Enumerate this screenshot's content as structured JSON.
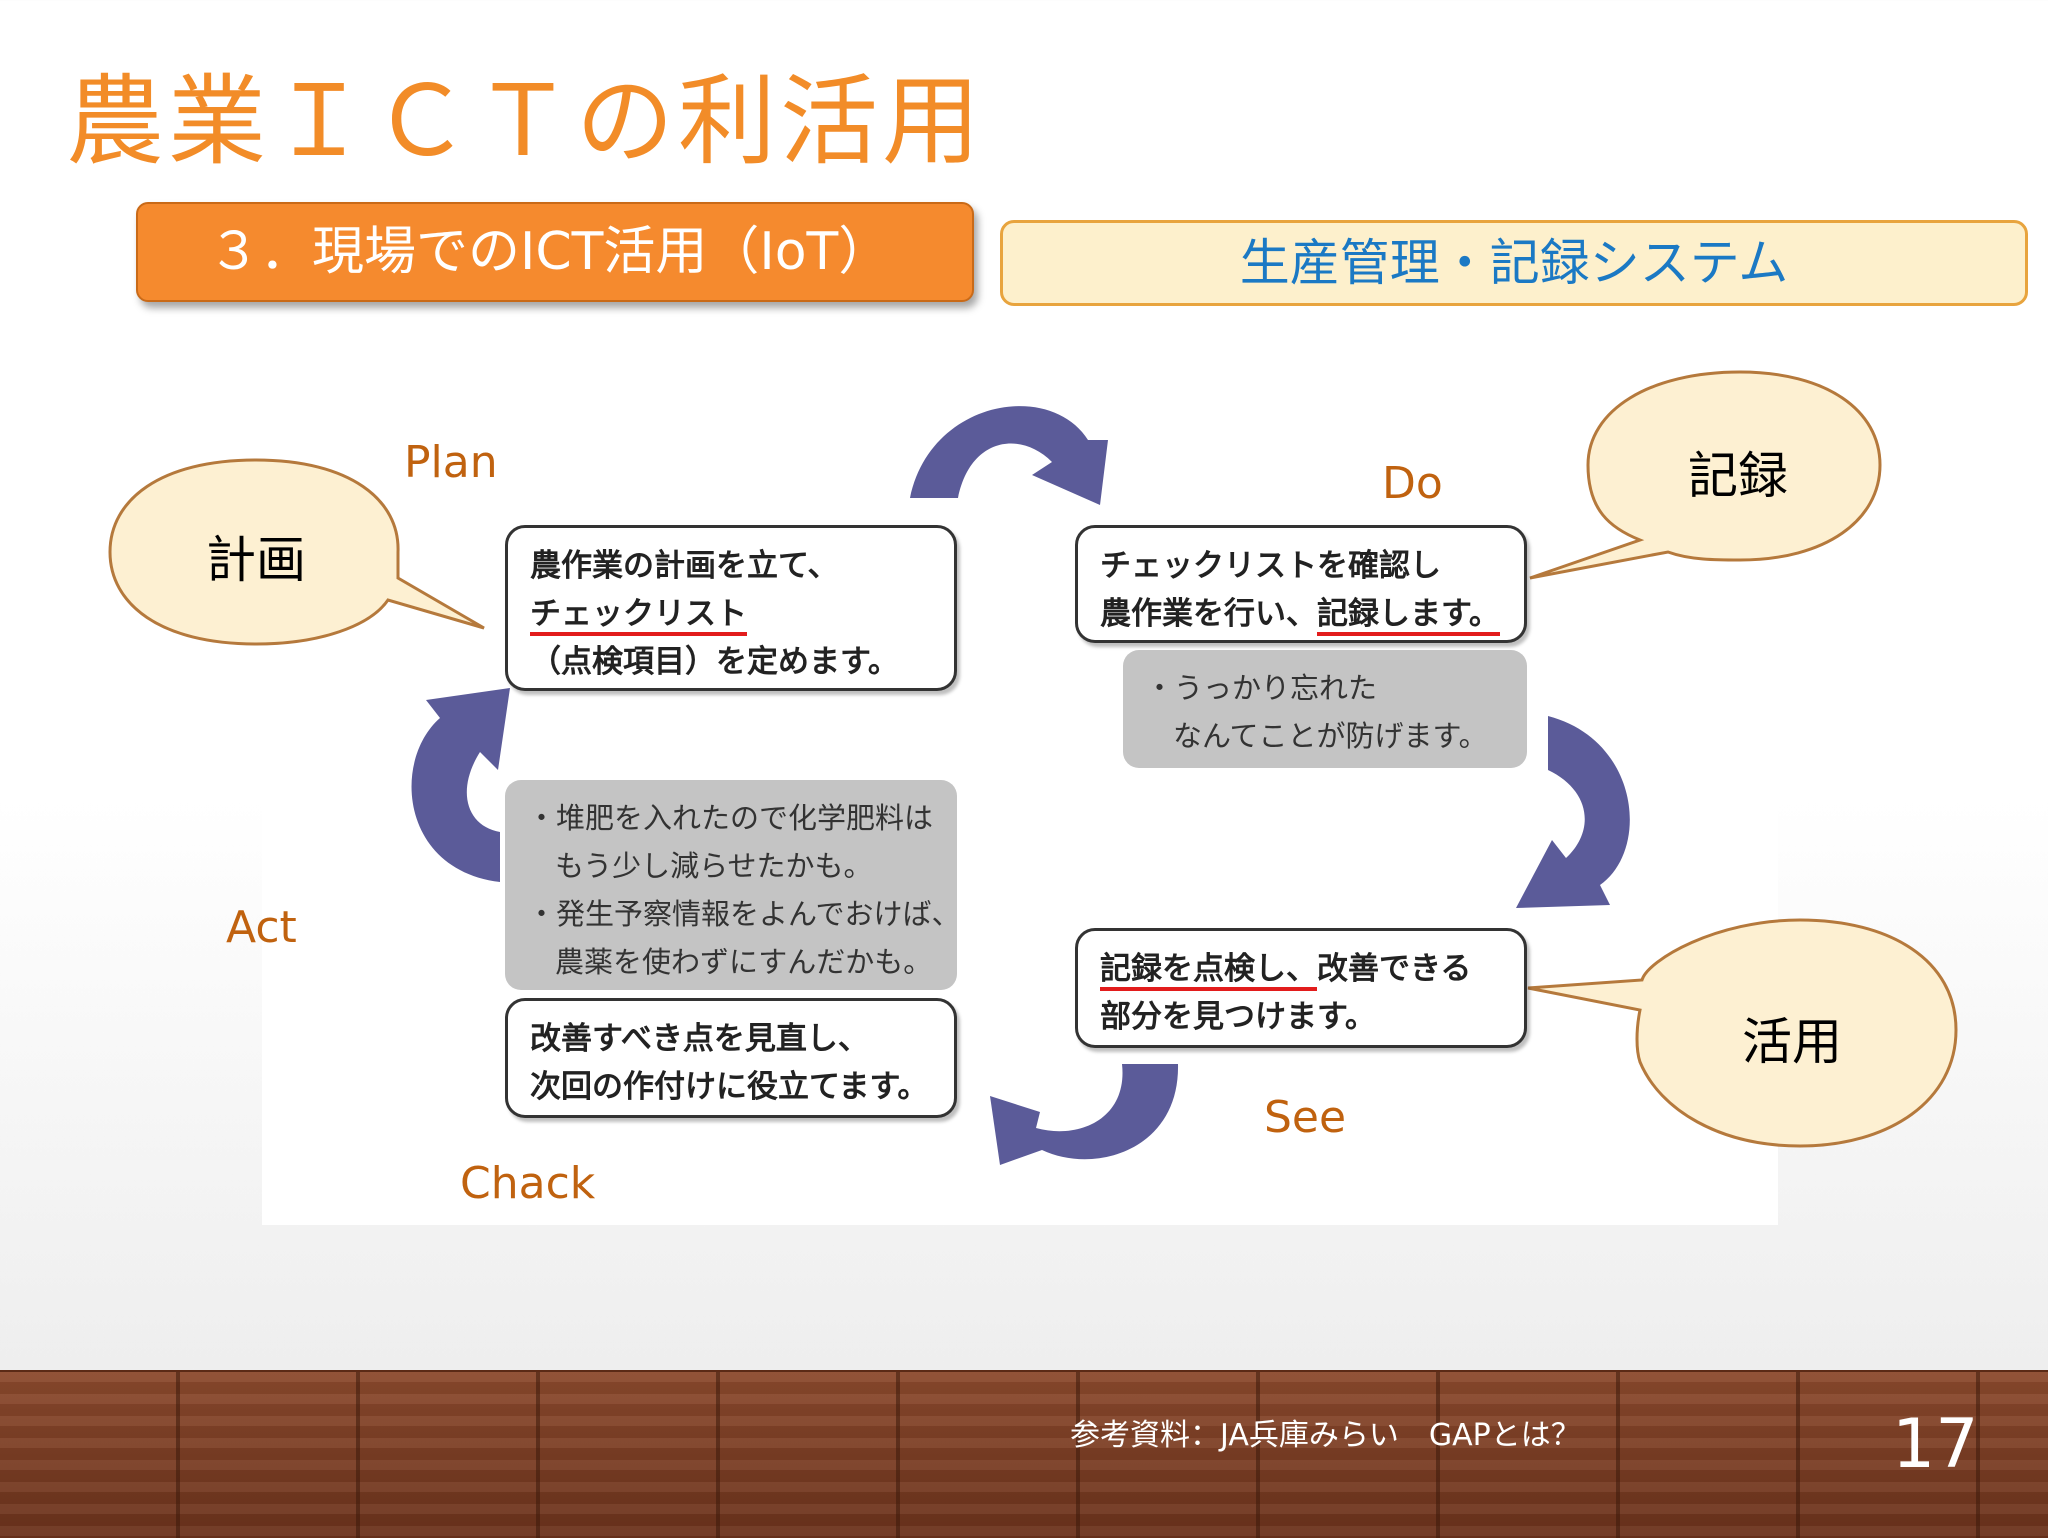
{
  "slide": {
    "title": "農業ＩＣＴの利活用",
    "section_label": "３．現場でのICT活用（IoT）",
    "system_label": "生産管理・記録システム",
    "page_number": "17",
    "reference": "参考資料：JA兵庫みらい　GAPとは？"
  },
  "cycle": {
    "phases": {
      "plan": "Plan",
      "do": "Do",
      "see": "See",
      "check": "Chack",
      "act": "Act"
    },
    "bubbles": {
      "plan": "計画",
      "do": "記録",
      "see": "活用"
    },
    "plan_box": {
      "line1": "農作業の計画を立て、",
      "line2": "チェックリスト",
      "line3": "（点検項目）を定めます。"
    },
    "do_box": {
      "line1": "チェックリストを確認し",
      "line2a": "農作業を行い、",
      "line2b": "記録します。"
    },
    "do_note": {
      "line1": "・うっかり忘れた",
      "line2": "なんてことが防げます。"
    },
    "see_box": {
      "line1a": "記録を点検し、",
      "line1b": "改善できる",
      "line2": "部分を見つけます。"
    },
    "act_note": {
      "line1": "・堆肥を入れたので化学肥料は",
      "line2": "もう少し減らせたかも。",
      "line3": "・発生予察情報をよんでおけば、",
      "line4": "農薬を使わずにすんだかも。"
    },
    "act_box": {
      "line1": "改善すべき点を見直し、",
      "line2": "次回の作付けに役立てます。"
    }
  },
  "colors": {
    "title": "#f28c28",
    "section_tab": "#f58a2e",
    "system_box_bg": "#fdf0cc",
    "system_text": "#1b79c4",
    "arrow": "#5b5b99",
    "bubble_fill": "#fdf0d2",
    "bubble_stroke": "#b5793c",
    "phase_text": "#c0620f",
    "underline": "#e21c1c"
  },
  "icons": [
    "curved-arrow-icon"
  ]
}
